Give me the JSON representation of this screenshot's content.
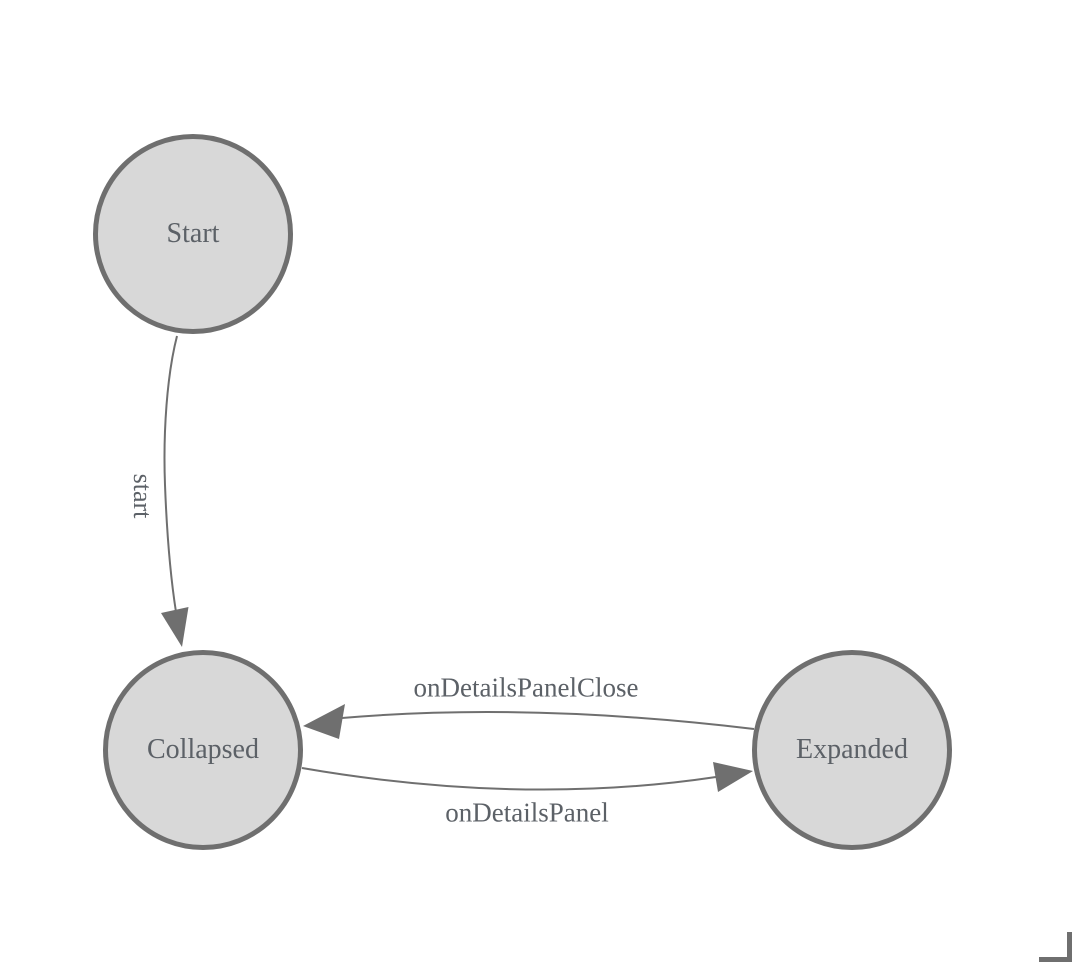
{
  "diagram": {
    "type": "state-machine",
    "nodes": [
      {
        "id": "start",
        "label": "Start"
      },
      {
        "id": "collapsed",
        "label": "Collapsed"
      },
      {
        "id": "expanded",
        "label": "Expanded"
      }
    ],
    "edges": [
      {
        "from": "start",
        "to": "collapsed",
        "label": "start"
      },
      {
        "from": "expanded",
        "to": "collapsed",
        "label": "onDetailsPanelClose"
      },
      {
        "from": "collapsed",
        "to": "expanded",
        "label": "onDetailsPanel"
      }
    ],
    "colors": {
      "background": "#ffffff",
      "node_fill": "#d8d8d8",
      "node_border": "#6f6f6f",
      "edge": "#6f6f6f",
      "text": "#5c6167"
    },
    "resize_handle_position": "bottom-right"
  }
}
